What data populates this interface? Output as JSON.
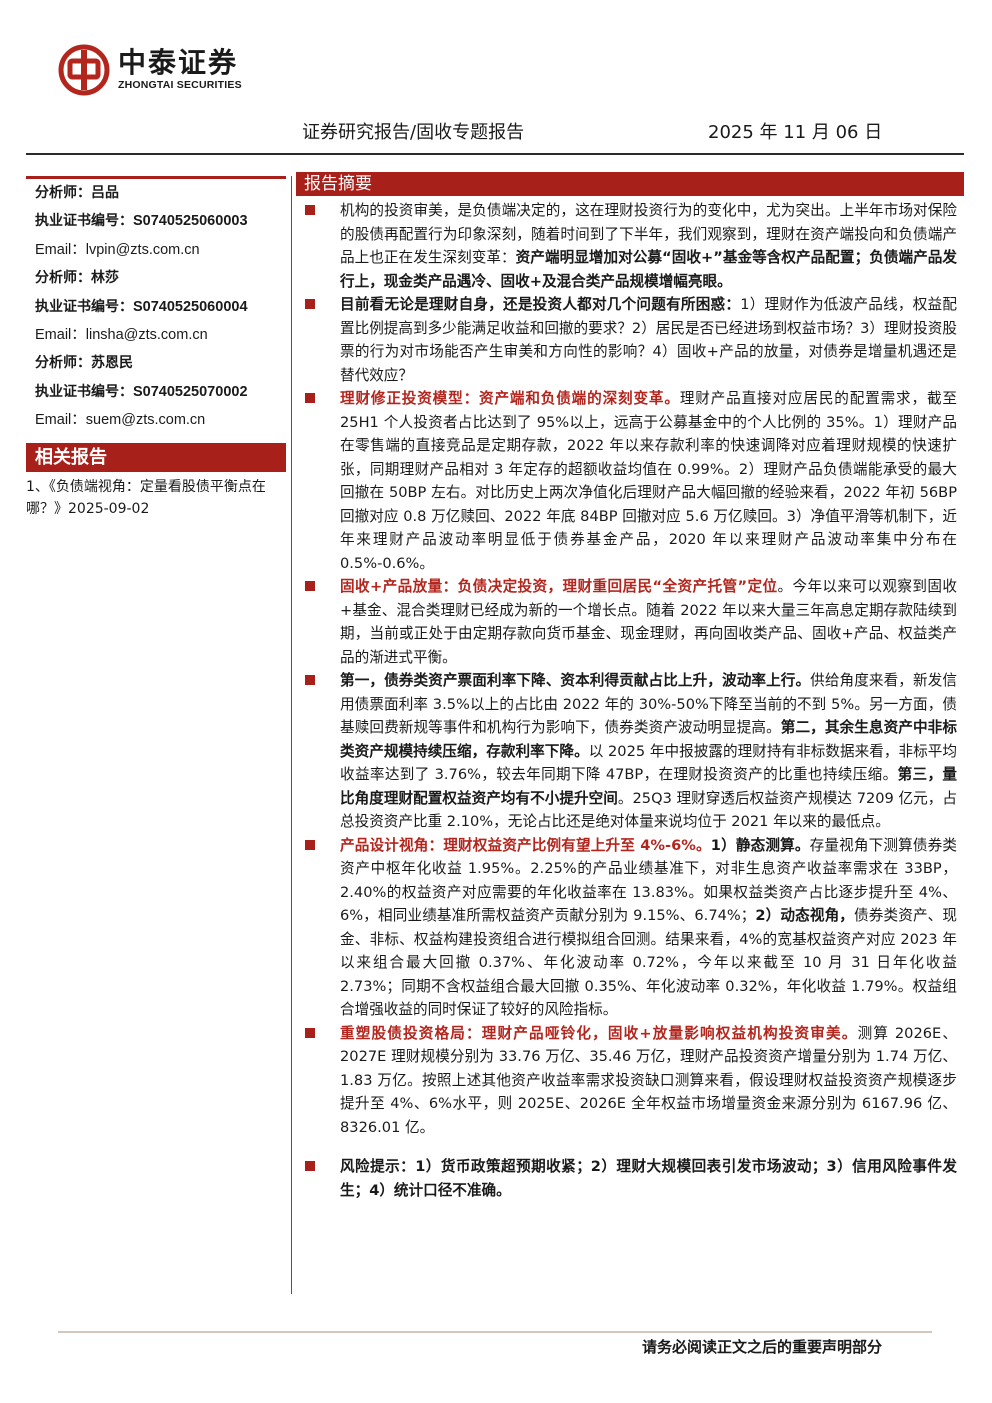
{
  "header": {
    "logo_cn": "中泰证券",
    "logo_en": "ZHONGTAI SECURITIES",
    "report_type": "证券研究报告/固收专题报告",
    "date": "2025 年 11 月 06 日"
  },
  "sidebar": {
    "analysts": [
      {
        "name_label": "分析师：",
        "name": "吕品",
        "cert_label": "执业证书编号：",
        "cert": "S0740525060003",
        "email_label": "Email：",
        "email": "lvpin@zts.com.cn"
      },
      {
        "name_label": "分析师：",
        "name": "林莎",
        "cert_label": "执业证书编号：",
        "cert": "S0740525060004",
        "email_label": "Email：",
        "email": "linsha@zts.com.cn"
      },
      {
        "name_label": "分析师：",
        "name": "苏恩民",
        "cert_label": "执业证书编号：",
        "cert": "S0740525070002",
        "email_label": "Email：",
        "email": "suem@zts.com.cn"
      }
    ],
    "related_title": "相关报告",
    "related": [
      "1、《负债端视角：定量看股债平衡点在哪？》2025-09-02"
    ]
  },
  "summary": {
    "title": "报告摘要",
    "p1": {
      "t1": "机构的投资审美，是负债端决定的，这在理财投资行为的变化中，尤为突出。上半年市场对保险的股债再配置行为印象深刻，随着时间到了下半年，我们观察到，理财在资产端投向和负债端产品上也正在发生深刻变革：",
      "b1": "资产端明显增加对公募“固收+”基金等含权产品配置；负债端产品发行上，现金类产品遇冷、固收+及混合类产品规模增幅亮眼。"
    },
    "p2": {
      "b1": "目前看无论是理财自身，还是投资人都对几个问题有所困惑：",
      "t1": "1）理财作为低波产品线，权益配置比例提高到多少能满足收益和回撤的要求？2）居民是否已经进场到权益市场？3）理财投资股票的行为对市场能否产生审美和方向性的影响？4）固收+产品的放量，对债券是增量机遇还是替代效应？"
    },
    "p3": {
      "r1": "理财修正投资模型：资产端和负债端的深刻变革。",
      "t1": "理财产品直接对应居民的配置需求，截至25H1 个人投资者占比达到了 95%以上，远高于公募基金中的个人比例的 35%。1）理财产品在零售端的直接竞品是定期存款，2022 年以来存款利率的快速调降对应着理财规模的快速扩张，同期理财产品相对 3 年定存的超额收益均值在 0.99%。2）理财产品负债端能承受的最大回撤在 50BP 左右。对比历史上两次净值化后理财产品大幅回撤的经验来看，2022 年初 56BP 回撤对应 0.8 万亿赎回、2022 年底 84BP 回撤对应 5.6 万亿赎回。3）净值平滑等机制下，近年来理财产品波动率明显低于债券基金产品，2020 年以来理财产品波动率集中分布在 0.5%-0.6%。"
    },
    "p4": {
      "r1": "固收+产品放量：负债决定投资，理财重回居民“全资产托管”定位",
      "t1": "。今年以来可以观察到固收+基金、混合类理财已经成为新的一个增长点。随着 2022 年以来大量三年高息定期存款陆续到期，当前或正处于由定期存款向货币基金、现金理财，再向固收类产品、固收+产品、权益类产品的渐进式平衡。"
    },
    "p5": {
      "b1": "第一，债券类资产票面利率下降、资本利得贡献占比上升，波动率上行。",
      "t1": "供给角度来看，新发信用债票面利率 3.5%以上的占比由 2022 年的 30%-50%下降至当前的不到 5%。另一方面，债基赎回费新规等事件和机构行为影响下，债券类资产波动明显提高。",
      "b2": "第二，其余生息资产中非标类资产规模持续压缩，存款利率下降。",
      "t2": "以 2025 年中报披露的理财持有非标数据来看，非标平均收益率达到了 3.76%，较去年同期下降 47BP，在理财投资资产的比重也持续压缩。",
      "b3": "第三，量比角度理财配置权益资产均有不小提升空间",
      "t3": "。25Q3 理财穿透后权益资产规模达 7209 亿元，占总投资资产比重 2.10%，无论占比还是绝对体量来说均位于 2021 年以来的最低点。"
    },
    "p6": {
      "r1": "产品设计视角：理财权益资产比例有望上升至 4%-6%。",
      "b1": "1）静态测算。",
      "t1": "存量视角下测算债券类资产中枢年化收益 1.95%。2.25%的产品业绩基准下，对非生息资产收益率需求在 33BP，2.40%的权益资产对应需要的年化收益率在 13.83%。如果权益类资产占比逐步提升至 4%、6%，相同业绩基准所需权益资产贡献分别为 9.15%、6.74%；",
      "b2": "2）动态视角，",
      "t2": "债券类资产、现金、非标、权益构建投资组合进行模拟组合回测。结果来看，4%的宽基权益资产对应 2023 年以来组合最大回撤 0.37%、年化波动率 0.72%，今年以来截至 10 月 31 日年化收益 2.73%；同期不含权益组合最大回撤 0.35%、年化波动率 0.32%，年化收益 1.79%。权益组合增强收益的同时保证了较好的风险指标。"
    },
    "p7": {
      "r1": "重塑股债投资格局：理财产品哑铃化，固收+放量影响权益机构投资审美。",
      "t1": "测算 2026E、2027E 理财规模分别为 33.76 万亿、35.46 万亿，理财产品投资资产增量分别为 1.74 万亿、1.83 万亿。按照上述其他资产收益率需求投资缺口测算来看，假设理财权益投资资产规模逐步提升至 4%、6%水平，则 2025E、2026E 全年权益市场增量资金来源分别为 6167.96 亿、8326.01 亿。"
    },
    "p8": {
      "b1": "风险提示：1）货币政策超预期收紧；2）理财大规模回表引发市场波动；3）信用风险事件发生；4）统计口径不准确。"
    }
  },
  "footer": {
    "disclaimer": "请务必阅读正文之后的重要声明部分"
  },
  "colors": {
    "brand_red": "#a8201a"
  }
}
